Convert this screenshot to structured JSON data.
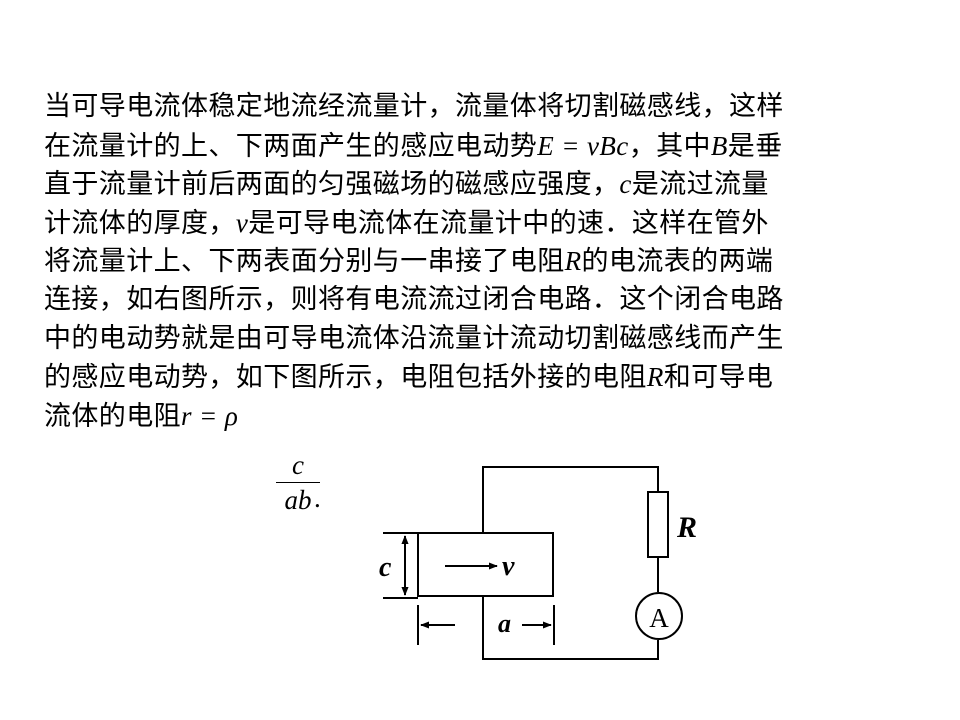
{
  "paragraph": {
    "line1": "当可导电流体稳定地流经流量计，流量体将切割磁感线，这样",
    "line2_pre": "在流量计的上、下两面产生的感应电动势",
    "line2_formula": "E = vBc",
    "line2_mid": "，其中",
    "line2_B": "B",
    "line2_post": "是垂",
    "line3_pre": "直于流量计前后两面的匀强磁场的磁感应强度，",
    "line3_c": "c",
    "line3_post": "是流过流量",
    "line4_pre": "计流体的厚度，",
    "line4_v": "v",
    "line4_post": "是可导电流体在流量计中的速．这样在管外",
    "line5_pre": "将流量计上、下两表面分别与一串接了电阻",
    "line5_R": "R",
    "line5_post": "的电流表的两端",
    "line6": "连接，如右图所示，则将有电流流过闭合电路．这个闭合电路",
    "line7": "中的电动势就是由可导电流体沿流量计流动切割磁感线而产生",
    "line8_pre": "的感应电动势，如下图所示，电阻包括外接的电阻",
    "line8_R": "R",
    "line8_post": "和可导电",
    "line9_pre": "流体的电阻",
    "line9_formula": "r = ρ"
  },
  "fraction": {
    "numerator": "c",
    "denominator": "ab",
    "suffix": "."
  },
  "diagram": {
    "label_c": "c",
    "label_v": "v",
    "label_R": "R",
    "label_a": "a",
    "ammeter_symbol": "A"
  }
}
